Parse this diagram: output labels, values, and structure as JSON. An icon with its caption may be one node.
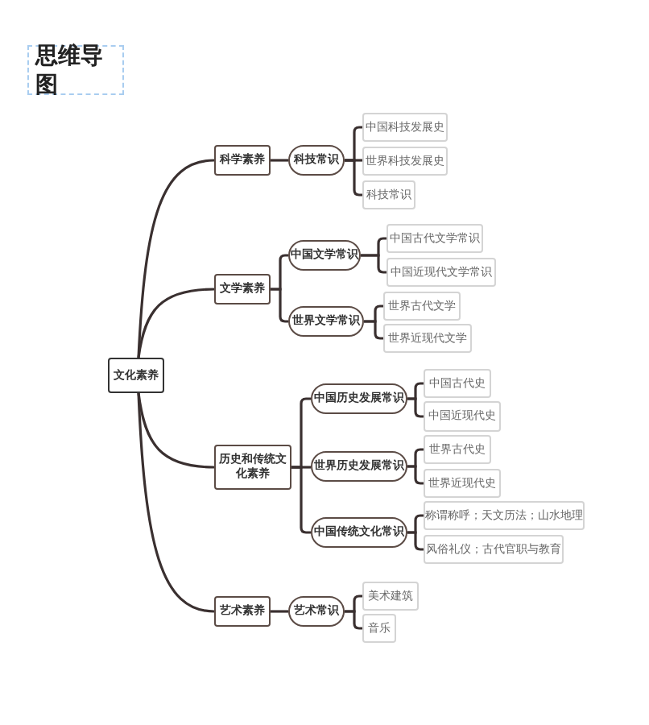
{
  "diagram": {
    "title": "思维导图",
    "nodes": [
      {
        "text": [
          "文化素养"
        ]
      },
      {
        "text": [
          "科学素养"
        ]
      },
      {
        "text": [
          "科技常识"
        ]
      },
      {
        "text": [
          "中国科技发展史"
        ]
      },
      {
        "text": [
          "世界科技发展史"
        ]
      },
      {
        "text": [
          "科技常识"
        ]
      },
      {
        "text": [
          "文学素养"
        ]
      },
      {
        "text": [
          "中国文学常识"
        ]
      },
      {
        "text": [
          "中国古代文学常识"
        ]
      },
      {
        "text": [
          "中国近现代文学常识"
        ]
      },
      {
        "text": [
          "世界文学常识"
        ]
      },
      {
        "text": [
          "世界古代文学"
        ]
      },
      {
        "text": [
          "世界近现代文学"
        ]
      },
      {
        "text": [
          "历史和传统文化素养"
        ]
      },
      {
        "text": [
          "中国历史发展常识"
        ]
      },
      {
        "text": [
          "中国古代史"
        ]
      },
      {
        "text": [
          "中国近现代史"
        ]
      },
      {
        "text": [
          "世界历史发展常识"
        ]
      },
      {
        "text": [
          "世界古代史"
        ]
      },
      {
        "text": [
          "世界近现代史"
        ]
      },
      {
        "text": [
          "中国传统文化常识"
        ]
      },
      {
        "text": [
          "称谓称呼；天文历法；山水地理"
        ]
      },
      {
        "text": [
          "风俗礼仪；古代官职与教育"
        ]
      },
      {
        "text": [
          "艺术素养"
        ]
      },
      {
        "text": [
          "艺术常识"
        ]
      },
      {
        "text": [
          "美术建筑"
        ]
      },
      {
        "text": [
          "音乐"
        ]
      }
    ],
    "edges": [
      {
        "from": 0,
        "to": 1,
        "arrow": "none"
      },
      {
        "from": 0,
        "to": 6,
        "arrow": "none"
      },
      {
        "from": 0,
        "to": 13,
        "arrow": "none"
      },
      {
        "from": 0,
        "to": 23,
        "arrow": "none"
      },
      {
        "from": 1,
        "to": 2,
        "arrow": "none"
      },
      {
        "from": 2,
        "to": 3,
        "arrow": "none"
      },
      {
        "from": 2,
        "to": 4,
        "arrow": "none"
      },
      {
        "from": 2,
        "to": 5,
        "arrow": "none"
      },
      {
        "from": 6,
        "to": 7,
        "arrow": "none"
      },
      {
        "from": 6,
        "to": 10,
        "arrow": "none"
      },
      {
        "from": 7,
        "to": 8,
        "arrow": "none"
      },
      {
        "from": 7,
        "to": 9,
        "arrow": "none"
      },
      {
        "from": 10,
        "to": 11,
        "arrow": "none"
      },
      {
        "from": 10,
        "to": 12,
        "arrow": "none"
      },
      {
        "from": 13,
        "to": 14,
        "arrow": "none"
      },
      {
        "from": 13,
        "to": 17,
        "arrow": "none"
      },
      {
        "from": 13,
        "to": 20,
        "arrow": "none"
      },
      {
        "from": 14,
        "to": 15,
        "arrow": "none"
      },
      {
        "from": 14,
        "to": 16,
        "arrow": "none"
      },
      {
        "from": 17,
        "to": 18,
        "arrow": "none"
      },
      {
        "from": 17,
        "to": 19,
        "arrow": "none"
      },
      {
        "from": 20,
        "to": 21,
        "arrow": "none"
      },
      {
        "from": 20,
        "to": 22,
        "arrow": "none"
      },
      {
        "from": 23,
        "to": 24,
        "arrow": "none"
      },
      {
        "from": 24,
        "to": 25,
        "arrow": "none"
      },
      {
        "from": 24,
        "to": 26,
        "arrow": "none"
      }
    ]
  }
}
